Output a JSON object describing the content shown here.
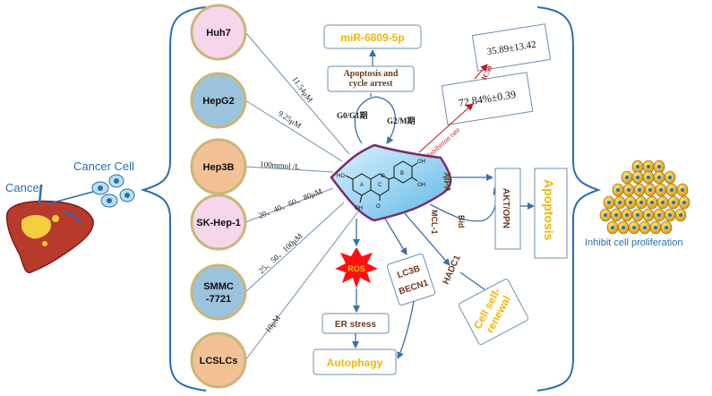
{
  "left": {
    "cancer_label": "Cancer",
    "cancer_cell_label": "Cancer Cell"
  },
  "cell_lines": [
    {
      "name": "Huh7",
      "dose": "11.54μM",
      "color": "#f5d6ea"
    },
    {
      "name": "HepG2",
      "dose": "9.25μM",
      "color": "#9cc3dc"
    },
    {
      "name": "Hep3B",
      "dose": "100mmol /L",
      "color": "#f2c196"
    },
    {
      "name": "SK-Hep-1",
      "dose": "20、40、60、80μM",
      "color": "#f5d6ea"
    },
    {
      "name": "SMMC\n-7721",
      "dose": "25、50、100μM",
      "color": "#9cc3dc"
    },
    {
      "name": "LCSLCs",
      "dose": "10μM",
      "color": "#f2c196"
    }
  ],
  "center": {
    "mir": "miR-6809-5p",
    "apoptosis_arrest": "Apoptosis and\ncycle arrest",
    "g0g1": "G0/G1期",
    "g2m": "G2/M期",
    "ic50_label": "IC50",
    "ic50_value": "35.89±13.42",
    "inhibition_label": "Inhibition rate",
    "inhibition_value": "72.84%±0.39",
    "xipa": "XIPA",
    "mcl1": "MCL-1",
    "bid": "Bid",
    "akt": "AKT/OPN",
    "apoptosis": "Apoptosis",
    "ros": "ROS",
    "lc3b": "LC3B",
    "becn1": "BECN1",
    "hadc1": "HADC1",
    "cell_self_renewal": "Cell self-\nrenewal",
    "er_stress": "ER stress",
    "autophagy": "Autophagy",
    "mol_labels": [
      "HO",
      "OH",
      "OH",
      "OH",
      "O",
      "O",
      "A",
      "B",
      "C"
    ]
  },
  "right": {
    "inhibit_label": "Inhibit cell proliferation"
  },
  "colors": {
    "gold": "#f2b705",
    "brown": "#6b3a1e",
    "blue_line": "#3b6ea5",
    "line": "#6f8fb0",
    "red": "#c0141b",
    "ros_red": "#ff1010"
  }
}
